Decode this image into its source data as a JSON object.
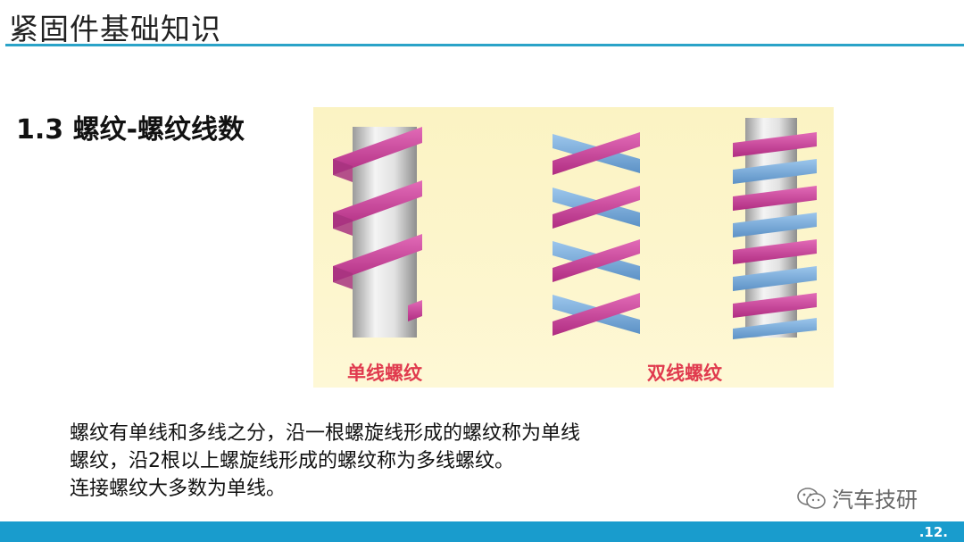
{
  "slide": {
    "title": "紧固件基础知识",
    "section_heading": "1.3 螺纹-螺纹线数"
  },
  "figure": {
    "label_single": "单线螺纹",
    "label_double": "双线螺纹",
    "colors": {
      "thread_magenta": "#cf3f9b",
      "thread_blue": "#74aad9",
      "rod_grey": "#d8d8d8",
      "label_red": "#e03a4e"
    }
  },
  "body": {
    "lines": [
      "螺纹有单线和多线之分，沿一根螺旋线形成的螺纹称为单线",
      "螺纹，沿2根以上螺旋线形成的螺纹称为多线螺纹。",
      "连接螺纹大多数为单线。"
    ]
  },
  "watermark": {
    "text": "汽车技研",
    "icon": "wechat-icon"
  },
  "footer": {
    "page_number": ".12.",
    "bar_color": "#199ccd"
  }
}
